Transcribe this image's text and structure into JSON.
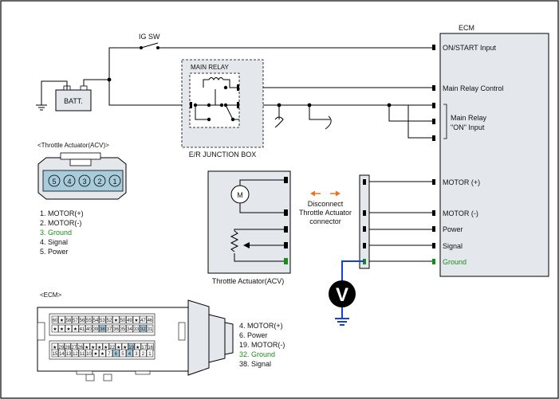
{
  "switch_label": "IG SW",
  "battery_label": "BATT.",
  "relay": {
    "title": "MAIN RELAY",
    "box_label": "E/R JUNCTION BOX"
  },
  "ecm": {
    "title": "ECM",
    "pins": [
      {
        "label": "ON/START Input"
      },
      {
        "label": "Main Relay Control"
      },
      {
        "label": "Main Relay"
      },
      {
        "label": "\"ON\" Input"
      },
      {
        "label": "MOTOR (+)"
      },
      {
        "label": "MOTOR (-)"
      },
      {
        "label": "Power"
      },
      {
        "label": "Signal"
      },
      {
        "label": "Ground"
      }
    ]
  },
  "throttle": {
    "header": "<Throttle Actuator(ACV)>",
    "caption": "Throttle Actuator(ACV)",
    "motor_symbol": "M",
    "connector_pins": [
      "5",
      "4",
      "3",
      "2",
      "1"
    ],
    "pin_list": [
      "1. MOTOR(+)",
      "2. MOTOR(-)",
      "3. Ground",
      "4. Signal",
      "5. Power"
    ],
    "highlight_color": "#1a8a1a"
  },
  "disconnect_note": [
    "Disconnect",
    "Throttle Actuator",
    "connector"
  ],
  "voltmeter_symbol": "V",
  "ecm_connector": {
    "header": "<ECM>",
    "row1": [
      "60",
      "★",
      "58",
      "57",
      "56",
      "55",
      "54",
      "53",
      "52",
      "★",
      "50",
      "49",
      "★",
      "47",
      "46"
    ],
    "row2": [
      "★",
      "★",
      "★",
      "★",
      "41",
      "40",
      "39",
      "38",
      "37",
      "36",
      "35",
      "34",
      "33",
      "32",
      "31"
    ],
    "row3": [
      "★",
      "29",
      "28",
      "27",
      "26",
      "★",
      "★",
      "★",
      "★",
      "22",
      "★",
      "★",
      "19",
      "★",
      "17",
      "16"
    ],
    "row4": [
      "15",
      "14",
      "13",
      "12",
      "11",
      "10",
      "★",
      "★",
      "7",
      "6",
      "5",
      "4",
      "3",
      "2",
      "1"
    ],
    "highlighted_pins": [
      "38",
      "32",
      "19",
      "6",
      "4"
    ],
    "pin_list": [
      "4. MOTOR(+)",
      "6. Power",
      "19. MOTOR(-)",
      "32. Ground",
      "38. Signal"
    ]
  },
  "colors": {
    "ground_wire": "#1a3fd6",
    "arrows": "#f07020",
    "box_fill": "#e4e7ec",
    "pin_highlight": "#a8ccdc",
    "green": "#1a8a1a"
  }
}
